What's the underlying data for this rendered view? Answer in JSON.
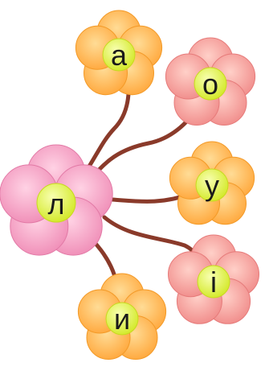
{
  "diagram": {
    "center": {
      "letter": "л"
    },
    "flowers": [
      {
        "letter": "а",
        "palette": "orange"
      },
      {
        "letter": "о",
        "palette": "salmon"
      },
      {
        "letter": "у",
        "palette": "orange"
      },
      {
        "letter": "і",
        "palette": "salmon"
      },
      {
        "letter": "и",
        "palette": "orange"
      }
    ],
    "colors": {
      "stem": "#8a3a2a",
      "center_petal": "#f08cb4",
      "center_petal_light": "#ffc8de",
      "orange_petal": "#ffa834",
      "orange_petal_light": "#ffd78c",
      "salmon_petal": "#f2898a",
      "salmon_petal_light": "#ffc9c2",
      "disc": "#dcee2a",
      "disc_light": "#f7ffa8"
    }
  }
}
